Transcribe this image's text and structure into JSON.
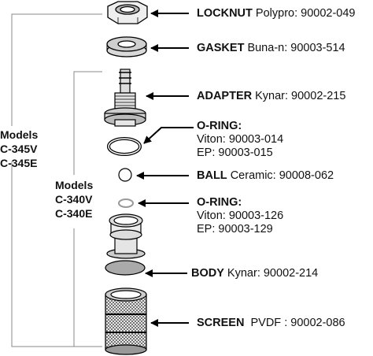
{
  "models_outer": {
    "heading": "Models",
    "items": [
      "C-345V",
      "C-345E"
    ]
  },
  "models_inner": {
    "heading": "Models",
    "items": [
      "C-340V",
      "C-340E"
    ]
  },
  "parts": {
    "locknut": {
      "name": "LOCKNUT",
      "spec": " Polypro: 90002-049"
    },
    "gasket": {
      "name": "GASKET",
      "spec": " Buna-n: 90003-514"
    },
    "adapter": {
      "name": "ADAPTER",
      "spec": " Kynar: 90002-215"
    },
    "oring1": {
      "name": "O-RING:",
      "line2": "Viton: 90003-014",
      "line3": "EP: 90003-015"
    },
    "ball": {
      "name": "BALL",
      "spec": " Ceramic: 90008-062"
    },
    "oring2": {
      "name": "O-RING:",
      "line2": "Viton: 90003-126",
      "line3": "EP: 90003-129"
    },
    "body": {
      "name": "BODY",
      "spec": " Kynar: 90002-214"
    },
    "screen": {
      "name": "SCREEN",
      "spec": "  PVDF : 90002-086"
    }
  }
}
